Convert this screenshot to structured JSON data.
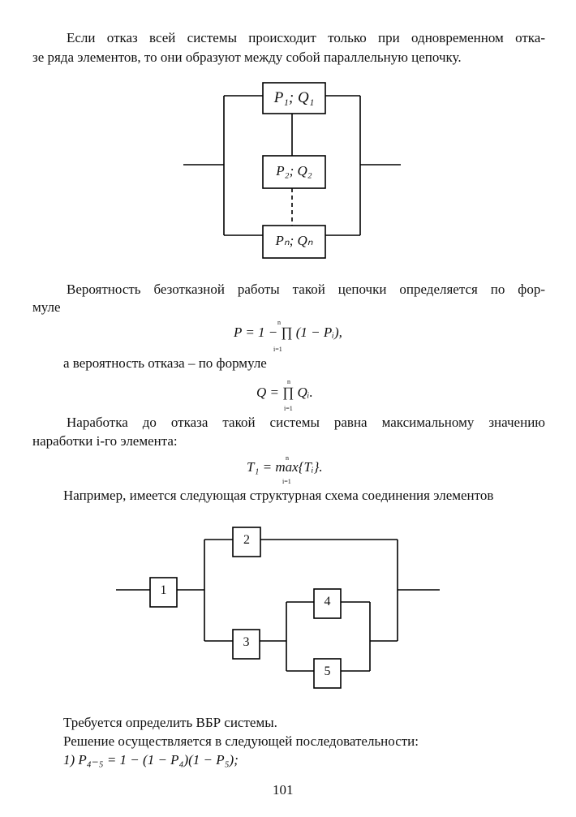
{
  "paragraphs": {
    "intro_line1": "Если отказ всей системы происходит только при одновременном отка-",
    "intro_line2": "зе ряда элементов, то они образуют между собой параллельную цепочку.",
    "prob_line1": "Вероятность безотказной работы такой цепочки определяется по фор-",
    "prob_line2": "муле",
    "fail_text": "а вероятность отказа – по формуле",
    "mttf_line1": "Наработка до отказа такой системы равна максимальному значению",
    "mttf_line2": "наработки i-го элемента:",
    "example": "Например, имеется следующая структурная схема соединения элементов",
    "task": "Требуется определить ВБР системы.",
    "solution": "Решение осуществляется в следующей последовательности:"
  },
  "diagram1": {
    "box_top": "P₁; Q₁",
    "box_mid": "P₂; Q₂",
    "box_bot": "Pₙ; Qₙ"
  },
  "diagram2": {
    "box1": "1",
    "box2": "2",
    "box3": "3",
    "box4": "4",
    "box5": "5"
  },
  "formulas": {
    "p_formula": "P = 1 − ∏ (1 − Pᵢ),",
    "p_upper": "n",
    "p_lower": "i=1",
    "q_formula": "Q = ∏ Qᵢ.",
    "q_upper": "n",
    "q_lower": "i=1",
    "t_formula": "T₁ = max{Tᵢ}.",
    "t_upper": "n",
    "t_lower": "i=1",
    "step1": "1) P₄₋₅ = 1 − (1 − P₄)(1 − P₅);"
  },
  "page_number": "101"
}
